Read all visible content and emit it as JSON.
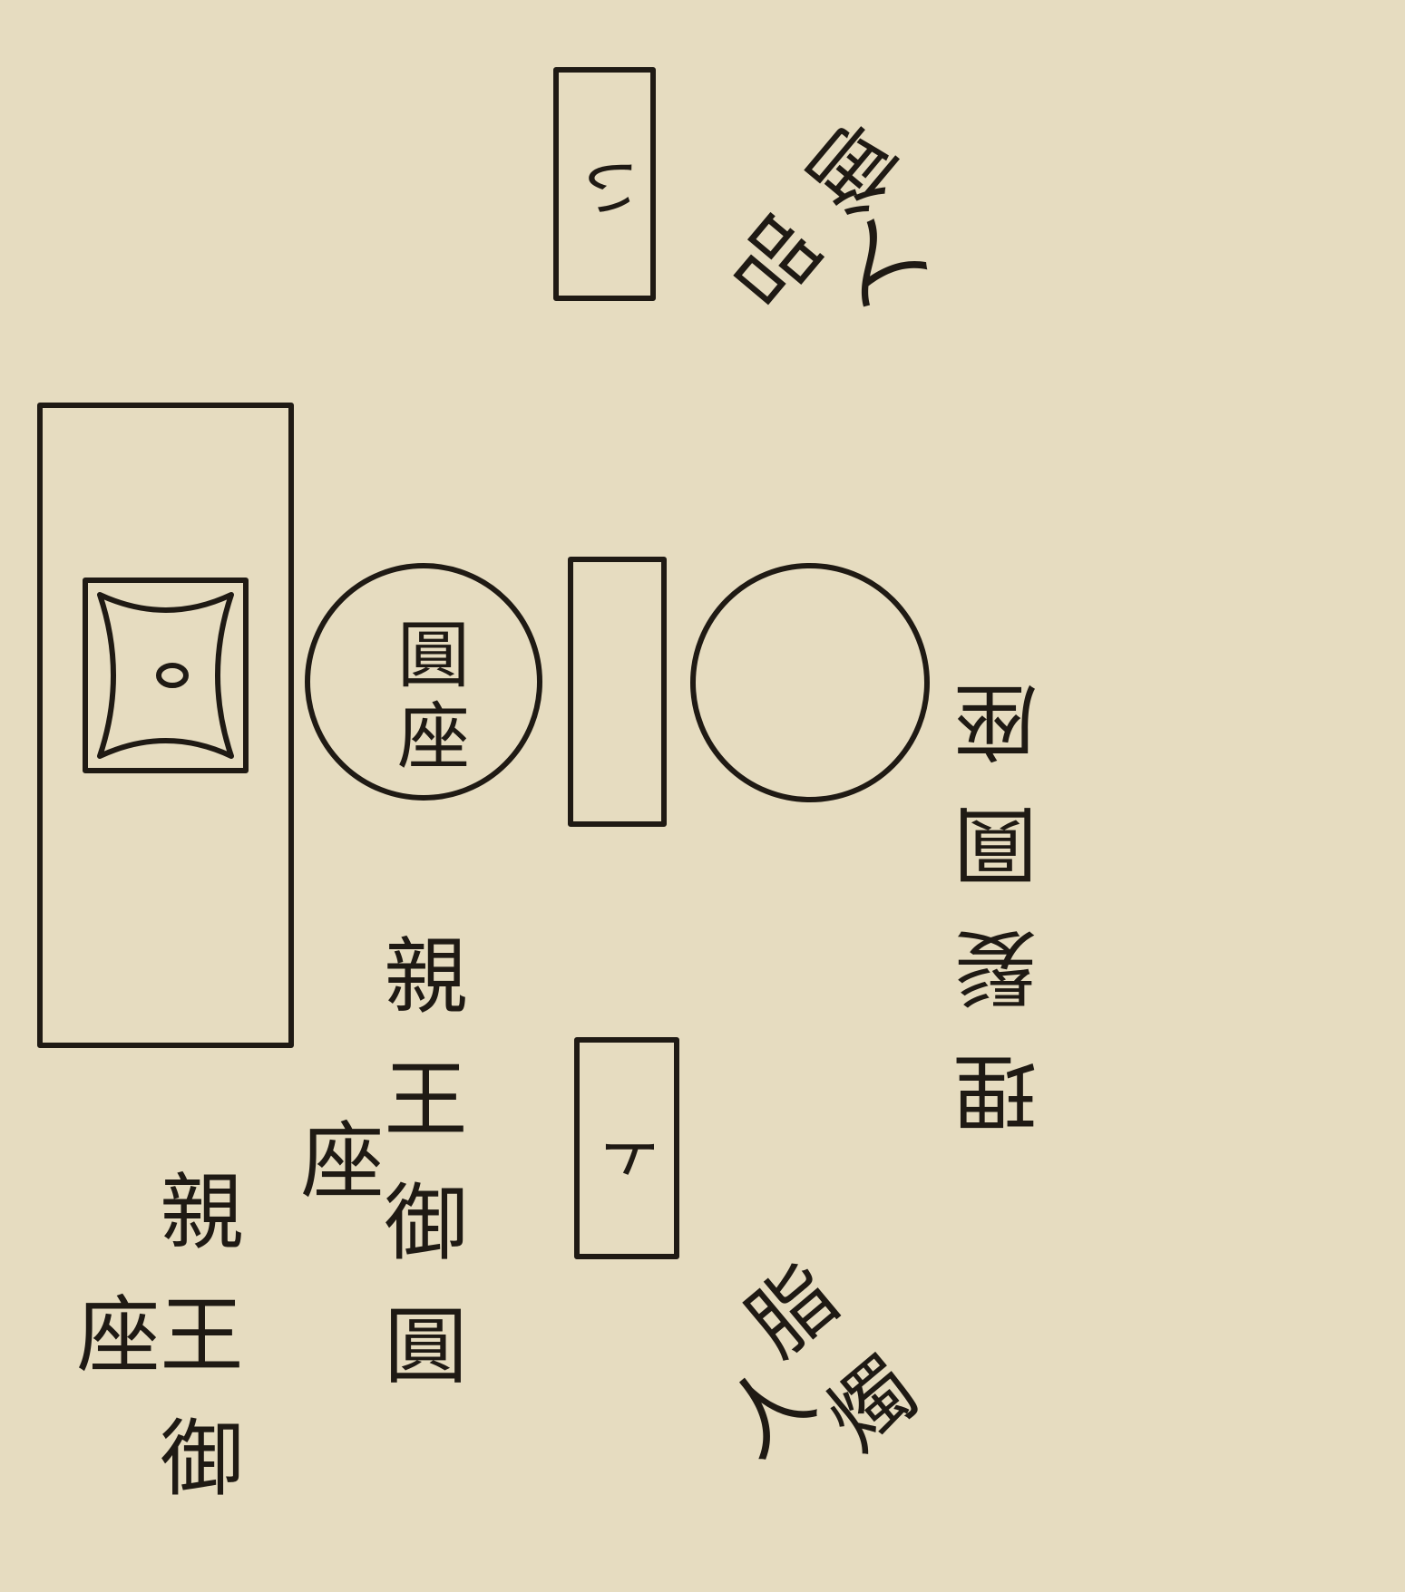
{
  "diagram": {
    "labels": {
      "main_seat": "親王御座",
      "round_seat": "親王御圓座",
      "round_seat_inner": "圓座",
      "barber_seat": "理髪圓座",
      "top_attendant": "品御入",
      "bottom_attendant": "脂燭人",
      "top_mark": "い",
      "bottom_mark": "ト"
    },
    "colors": {
      "paper": "#e6dcc0",
      "ink": "#1f1a14"
    },
    "shapes": {
      "main_seat": "rectangle-with-cushion",
      "round_seat": "circle",
      "center_table": "rectangle",
      "barber_seat": "circle",
      "top_box": "rectangle",
      "bottom_box": "rectangle"
    }
  }
}
